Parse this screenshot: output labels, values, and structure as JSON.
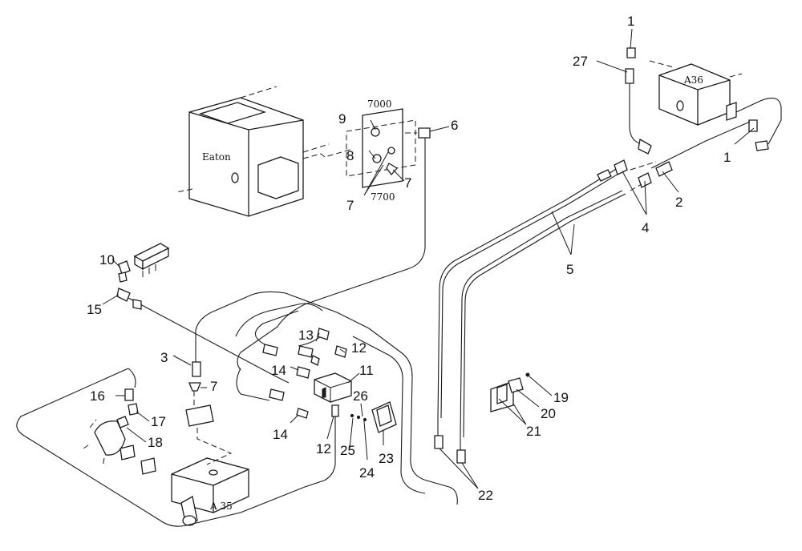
{
  "labels": {
    "eaton": "Eaton",
    "a36": "A36",
    "a35": "A 35",
    "valve_7000": "7000",
    "valve_7700": "7700"
  },
  "callouts": [
    "1",
    "27",
    "1",
    "2",
    "4",
    "5",
    "6",
    "7",
    "8",
    "9",
    "10",
    "7",
    "15",
    "3",
    "7",
    "16",
    "17",
    "18",
    "13",
    "12",
    "14",
    "11",
    "14",
    "12",
    "26",
    "25",
    "24",
    "23",
    "22",
    "19",
    "20",
    "21"
  ]
}
